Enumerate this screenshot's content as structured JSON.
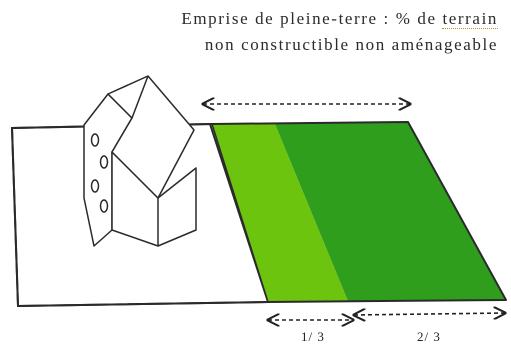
{
  "caption": {
    "line1_part1": "Emprise de pleine-terre : % de ",
    "line1_part2": "terrain",
    "line2": "non constructible non aménageable"
  },
  "labels": {
    "one_third": "1/ 3",
    "two_thirds": "2/ 3"
  },
  "colors": {
    "light_green": "#6cc40f",
    "dark_green": "#2f9e1d",
    "outline": "#2a2a2a",
    "ground": "#ffffff"
  },
  "icons": {
    "house": "house-icon"
  }
}
